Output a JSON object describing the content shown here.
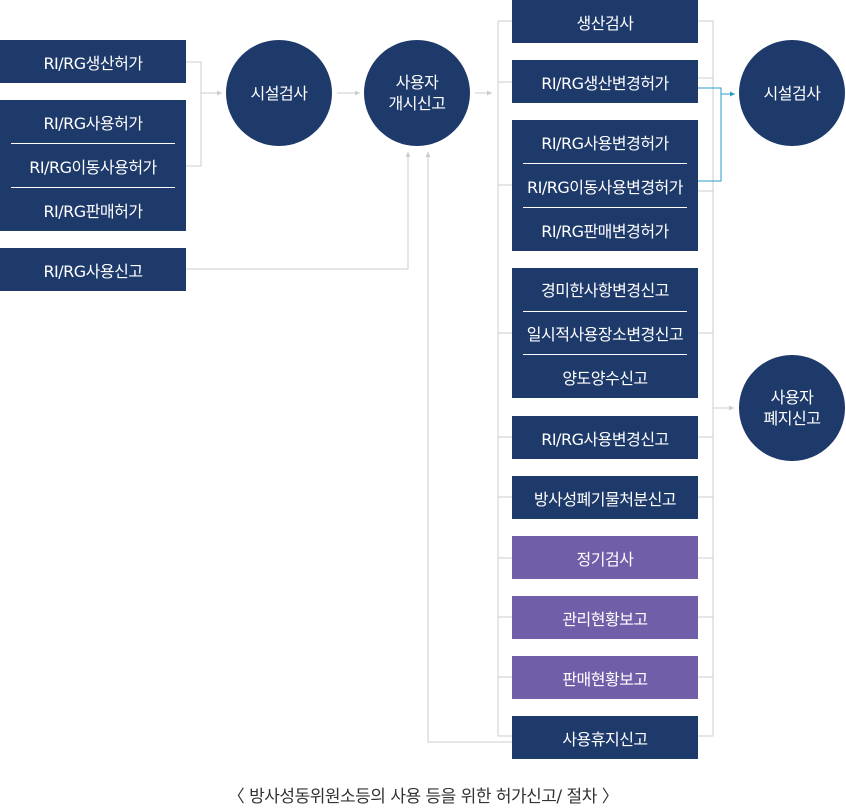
{
  "colors": {
    "navy": "#1e3a6b",
    "purple": "#705ea8",
    "connector": "#cccccc",
    "highlight_connector": "#2a9dc7"
  },
  "left_group": {
    "production_permit": "RI/RG생산허가",
    "use_permits": [
      "RI/RG사용허가",
      "RI/RG이동사용허가",
      "RI/RG판매허가"
    ],
    "use_report": "RI/RG사용신고"
  },
  "circles": {
    "facility_inspection_1": "시설검사",
    "user_start_report": [
      "사용자",
      "개시신고"
    ],
    "facility_inspection_2": "시설검사",
    "user_closure_report": [
      "사용자",
      "폐지신고"
    ]
  },
  "middle_column": {
    "production_inspection": "생산검사",
    "production_change_permit": "RI/RG생산변경허가",
    "change_permits": [
      "RI/RG사용변경허가",
      "RI/RG이동사용변경허가",
      "RI/RG판매변경허가"
    ],
    "change_reports": [
      "경미한사항변경신고",
      "일시적사용장소변경신고",
      "양도양수신고"
    ],
    "use_change_report": "RI/RG사용변경신고",
    "waste_disposal_report": "방사성폐기물처분신고",
    "periodic_inspection": "정기검사",
    "management_status_report": "관리현황보고",
    "sales_status_report": "판매현황보고",
    "suspension_report": "사용휴지신고"
  },
  "caption": "〈 방사성동위원소등의 사용 등을 위한 허가신고/ 절차 〉"
}
